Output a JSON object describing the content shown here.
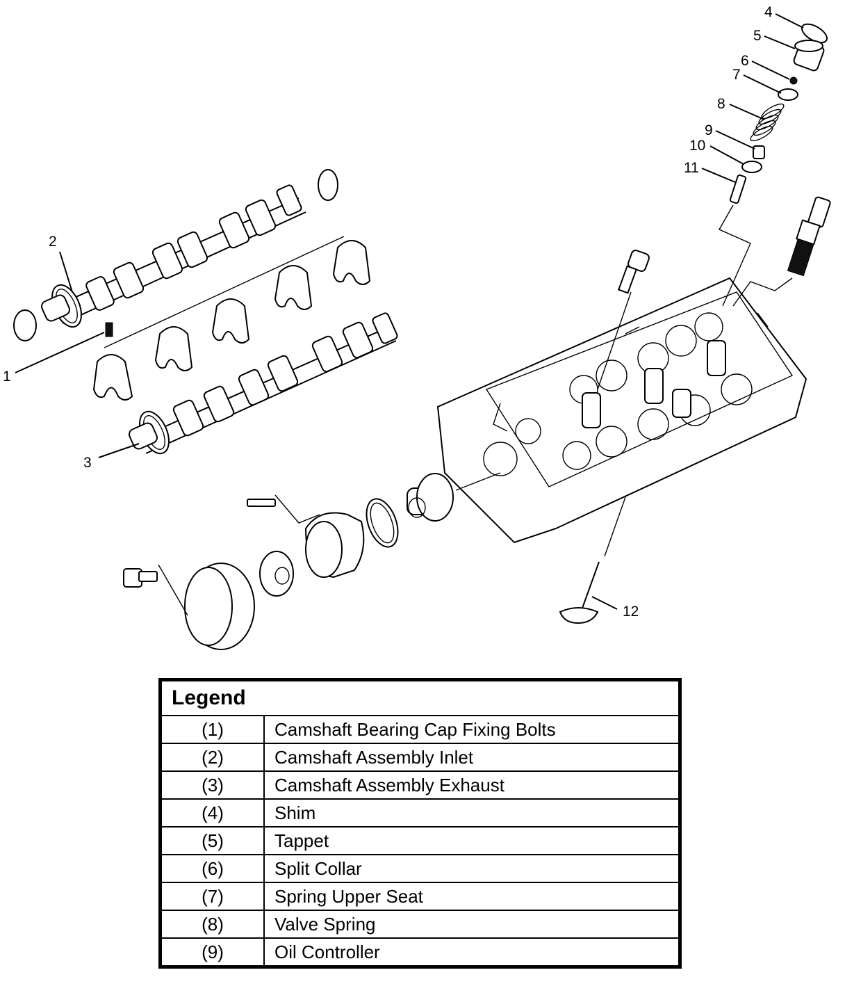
{
  "callouts": [
    "1",
    "2",
    "3",
    "4",
    "5",
    "6",
    "7",
    "8",
    "9",
    "10",
    "11",
    "12"
  ],
  "legend": {
    "title": "Legend",
    "rows": [
      {
        "num": "(1)",
        "desc": "Camshaft Bearing Cap Fixing Bolts"
      },
      {
        "num": "(2)",
        "desc": "Camshaft Assembly Inlet"
      },
      {
        "num": "(3)",
        "desc": "Camshaft Assembly Exhaust"
      },
      {
        "num": "(4)",
        "desc": "Shim"
      },
      {
        "num": "(5)",
        "desc": "Tappet"
      },
      {
        "num": "(6)",
        "desc": "Split Collar"
      },
      {
        "num": "(7)",
        "desc": "Spring Upper Seat"
      },
      {
        "num": "(8)",
        "desc": "Valve Spring"
      },
      {
        "num": "(9)",
        "desc": "Oil Controller"
      }
    ]
  }
}
